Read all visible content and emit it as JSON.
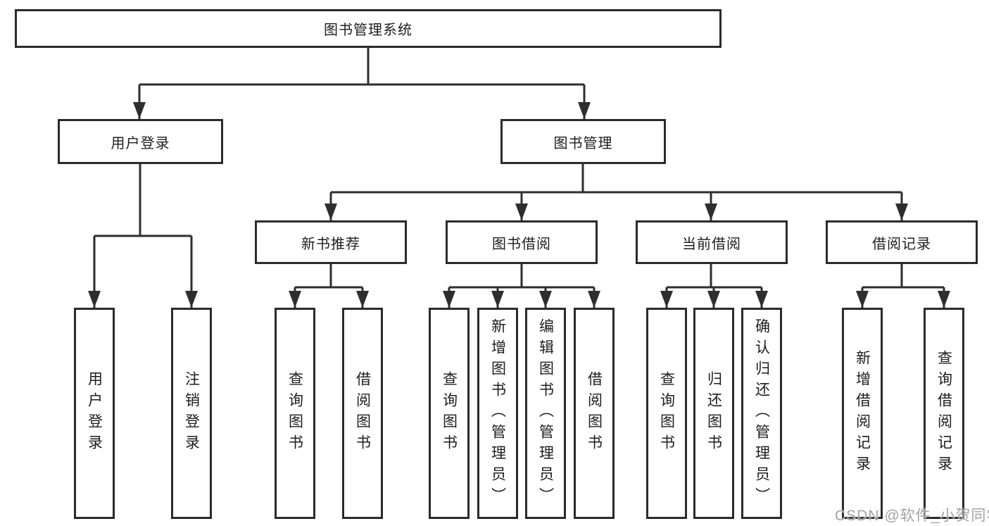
{
  "diagram": {
    "root": {
      "label": "图书管理系统"
    },
    "user_login": {
      "label": "用户登录",
      "children": [
        {
          "label": "用户登录"
        },
        {
          "label": "注销登录"
        }
      ]
    },
    "book_mgmt": {
      "label": "图书管理",
      "children": [
        {
          "label": "新书推荐",
          "children": [
            {
              "label": "查询图书"
            },
            {
              "label": "借阅图书"
            }
          ]
        },
        {
          "label": "图书借阅",
          "children": [
            {
              "label": "查询图书"
            },
            {
              "label": "新增图书（管理员）"
            },
            {
              "label": "编辑图书（管理员）"
            },
            {
              "label": "借阅图书"
            }
          ]
        },
        {
          "label": "当前借阅",
          "children": [
            {
              "label": "查询图书"
            },
            {
              "label": "归还图书"
            },
            {
              "label": "确认归还（管理员）"
            }
          ]
        },
        {
          "label": "借阅记录",
          "children": [
            {
              "label": "新增借阅记录"
            },
            {
              "label": "查询借阅记录"
            }
          ]
        }
      ]
    },
    "watermark": "CSDN @软件_小贺同学",
    "colors": {
      "line": "#2e2e2e",
      "border": "#2b2b2b",
      "text": "#1d1d1d",
      "watermark": "#a3a3a3",
      "background": "#ffffff"
    }
  }
}
